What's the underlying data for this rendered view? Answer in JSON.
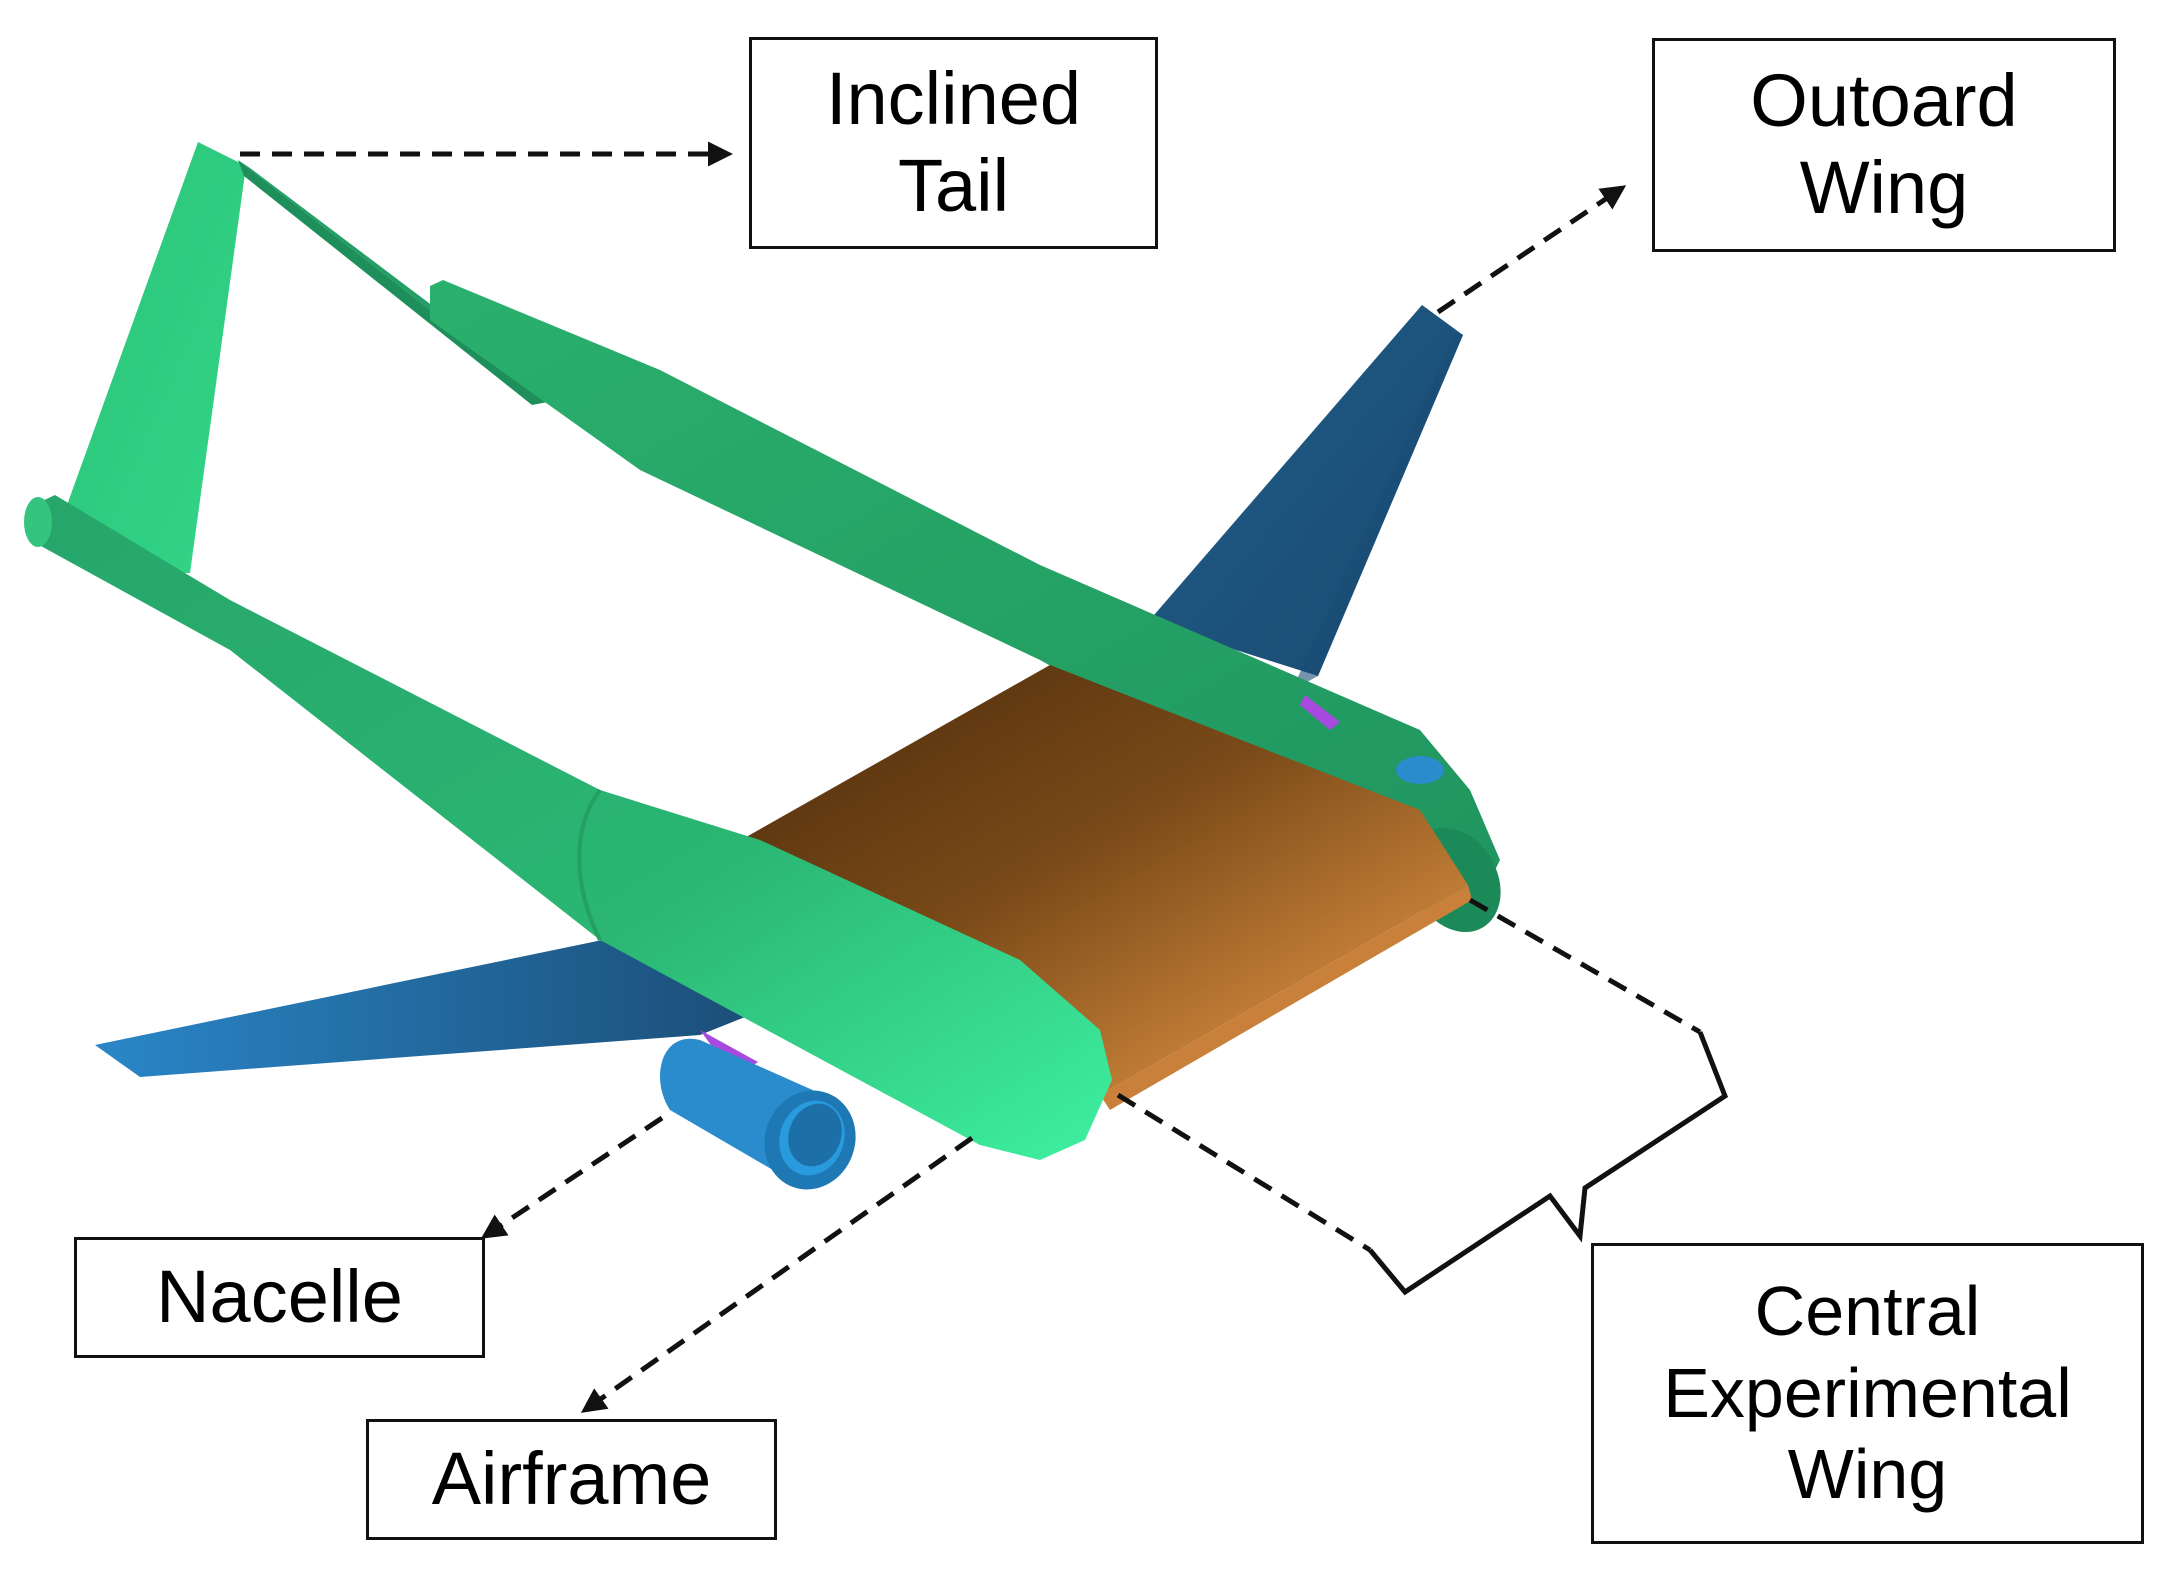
{
  "labels": {
    "inclined_tail": [
      "Inclined",
      "Tail"
    ],
    "outboard_wing": [
      "Outoard",
      "Wing"
    ],
    "nacelle": [
      "Nacelle"
    ],
    "airframe": [
      "Airframe"
    ],
    "central_wing": [
      "Central",
      "Experimental",
      "Wing"
    ]
  },
  "colors": {
    "airframe_green": "#2bb673",
    "airframe_light": "#3ee69b",
    "airframe_dark": "#1f9060",
    "outboard_wing_blue": "#1e5b86",
    "outboard_wing_light": "#2a7fbf",
    "nacelle_blue": "#2a8ccc",
    "central_wing_light": "#f2a04a",
    "central_wing_dark": "#5a3310",
    "pylon_purple": "#a84ae0",
    "line": "#111111"
  }
}
